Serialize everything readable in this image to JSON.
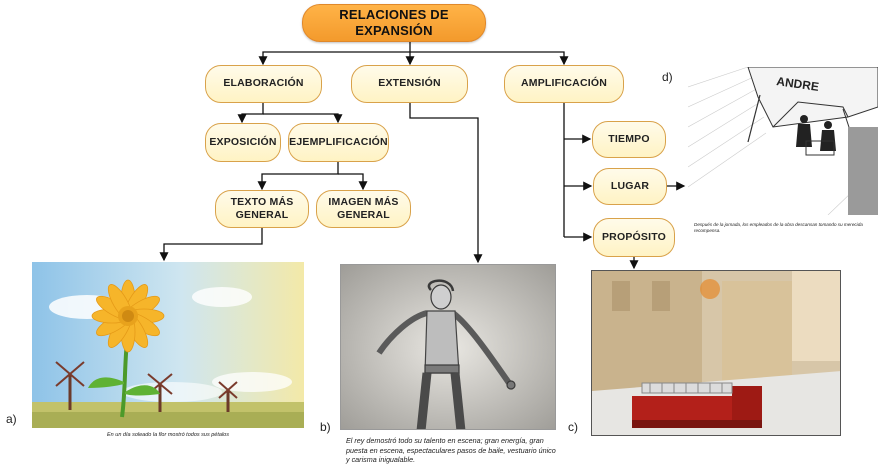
{
  "root": "RELACIONES DE EXPANSIÓN",
  "level1": {
    "elaboracion": "ELABORACIÓN",
    "extension": "EXTENSIÓN",
    "amplificacion": "AMPLIFICACIÓN"
  },
  "elaboracion_children": {
    "exposicion": "EXPOSICIÓN",
    "ejemplificacion": "EJEMPLIFICACIÓN"
  },
  "ejemplificacion_children": {
    "texto": "TEXTO MÁS GENERAL",
    "imagen": "IMAGEN MÁS GENERAL"
  },
  "amplificacion_children": {
    "tiempo": "TIEMPO",
    "lugar": "LUGAR",
    "proposito": "PROPÓSITO"
  },
  "panels": {
    "a": {
      "letter": "a)",
      "caption": "En un día soleado la flor mostró todos sus pétalos"
    },
    "b": {
      "letter": "b)",
      "caption": "El rey demostró todo su talento en escena; gran energía, gran puesta en escena, espectaculares pasos de baile, vestuario único y carisma inigualable."
    },
    "c": {
      "letter": "c)"
    },
    "d": {
      "letter": "d)",
      "caption": "Después de la jornada, los empleados de la obra descansan tomando su merecida recompensa.",
      "sign": "ANDRE"
    }
  },
  "colors": {
    "root_fill": "#f39a2c",
    "node_fill": "#fff3c4",
    "node_border": "#d9a24a",
    "connector": "#111111"
  }
}
